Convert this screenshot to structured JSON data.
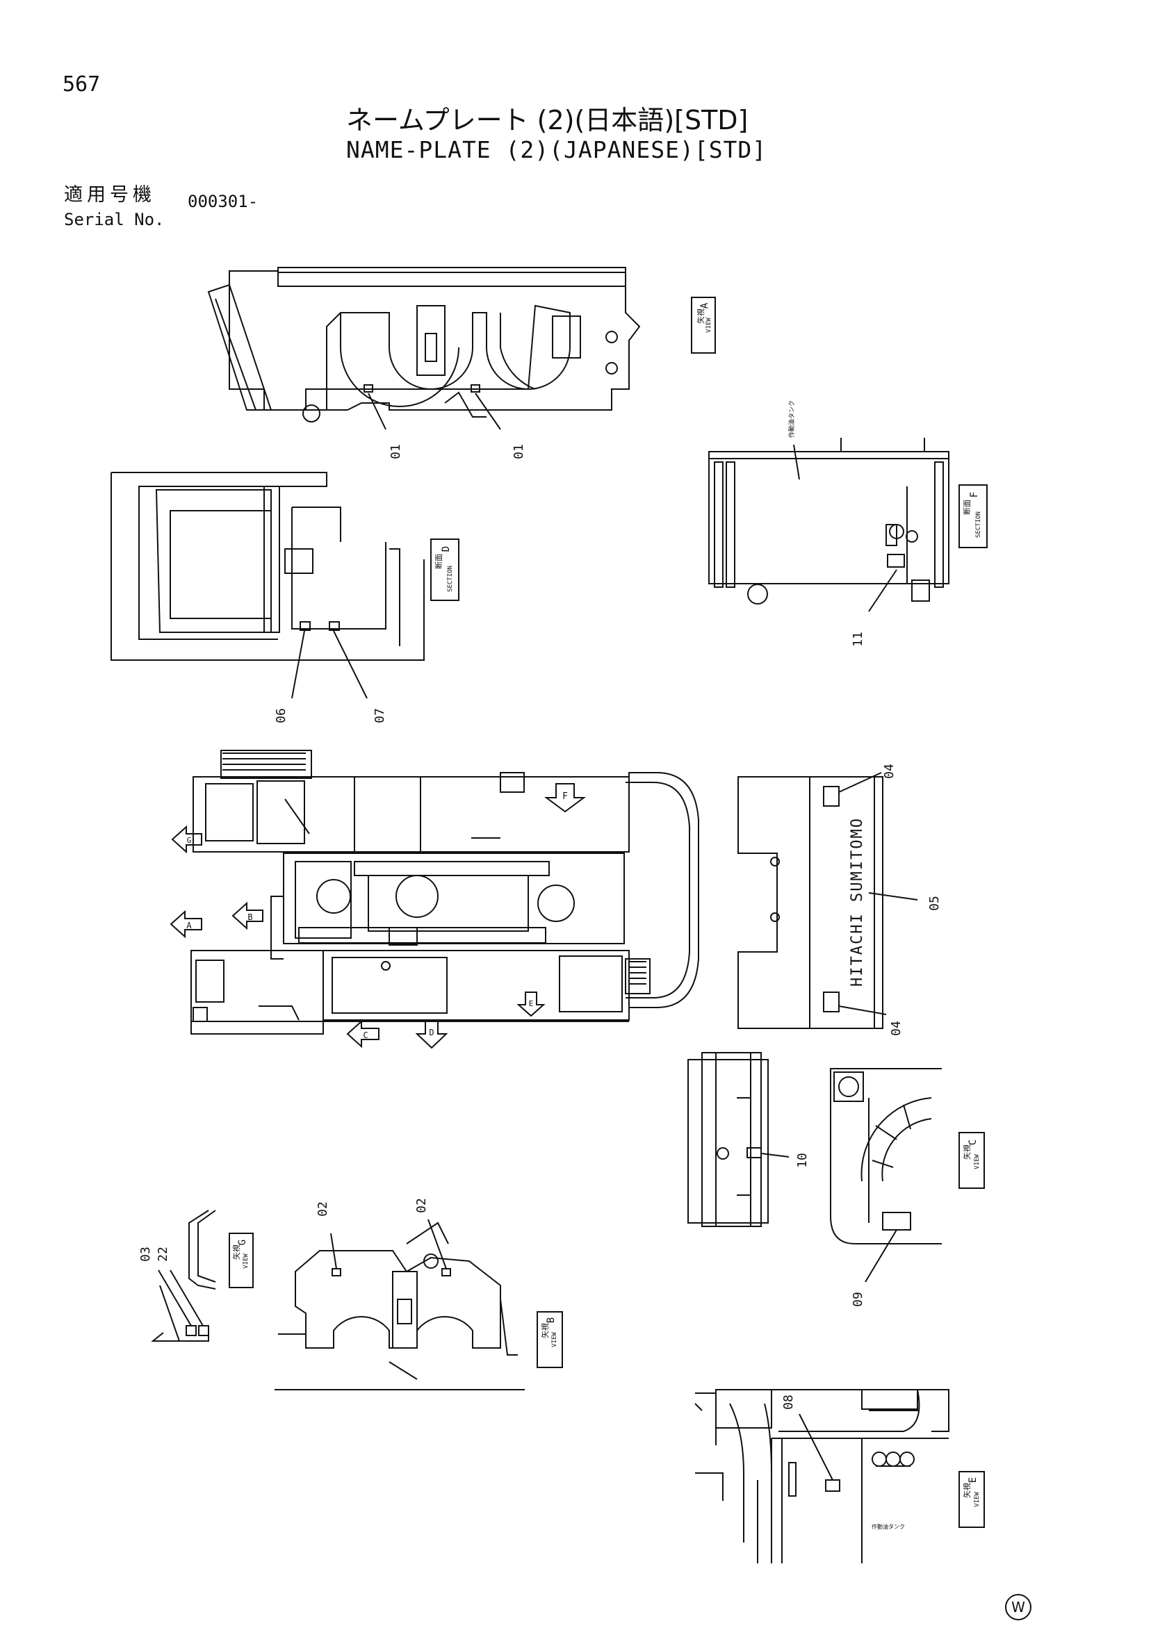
{
  "page_number": "567",
  "title_jp": "ネームプレート (2)(日本語)[STD]",
  "title_en": "NAME-PLATE (2)(JAPANESE)[STD]",
  "serial": {
    "label_jp": "適用号機",
    "label_en": "Serial No.",
    "value": "000301-"
  },
  "views": {
    "a": {
      "jp": "矢視",
      "en": "VIEW",
      "letter": "A"
    },
    "b": {
      "jp": "矢視",
      "en": "VIEW",
      "letter": "B"
    },
    "c": {
      "jp": "矢視",
      "en": "VIEW",
      "letter": "C"
    },
    "d": {
      "jp": "断面",
      "en": "SECTION",
      "letter": "D"
    },
    "e": {
      "jp": "矢視",
      "en": "VIEW",
      "letter": "E"
    },
    "f": {
      "jp": "断面",
      "en": "SECTION",
      "letter": "F"
    },
    "g": {
      "jp": "矢視",
      "en": "VIEW",
      "letter": "G"
    }
  },
  "arrows": {
    "a": "A",
    "b": "B",
    "c": "C",
    "d": "D",
    "e": "E",
    "f": "F",
    "g": "G"
  },
  "callouts": {
    "p01a": "01",
    "p01b": "01",
    "p02a": "02",
    "p02b": "02",
    "p03": "03",
    "p04a": "04",
    "p04b": "04",
    "p05": "05",
    "p06": "06",
    "p07": "07",
    "p08": "08",
    "p09": "09",
    "p10": "10",
    "p11": "11",
    "p22": "22"
  },
  "counterweight_text": "HITACHI SUMITOMO",
  "tank_label_f": "作動油タンク",
  "tank_label_e": "作動油タンク",
  "footer_mark": "W"
}
